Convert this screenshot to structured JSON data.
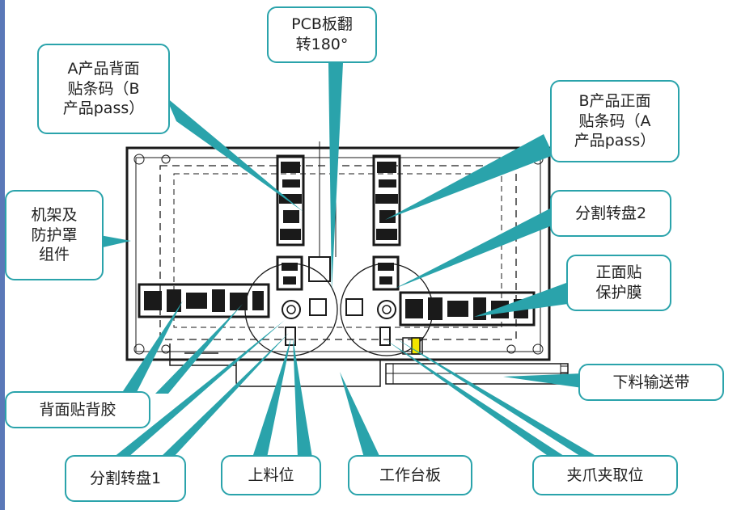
{
  "callouts": {
    "pcb_flip": "PCB板翻\n转180°",
    "a_back_barcode": "A产品背面\n贴条码（B\n产品pass）",
    "b_front_barcode": "B产品正面\n贴条码（A\n产品pass）",
    "frame_guard": "机架及\n防护罩\n组件",
    "split_turntable_2": "分割转盘2",
    "front_protective_film": "正面贴\n保护膜",
    "unload_conveyor": "下料输送带",
    "back_adhesive": "背面贴背胶",
    "split_turntable_1": "分割转盘1",
    "loading_position": "上料位",
    "work_table": "工作台板",
    "gripper_pick": "夹爪夹取位"
  },
  "colors": {
    "callout_border": "#2aa3ab",
    "leader_line": "#2aa3ab",
    "drawing_line": "#1a1a1a",
    "indicator_yellow": "#f2e600"
  }
}
